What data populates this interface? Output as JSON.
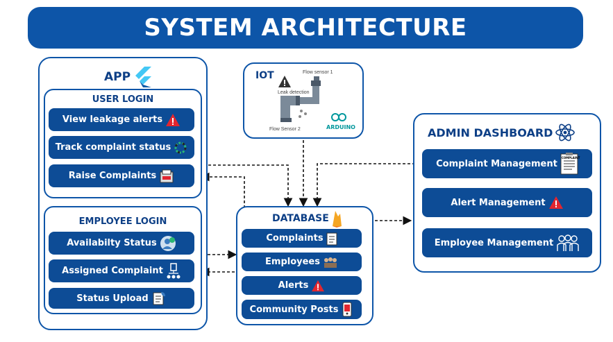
{
  "title": "SYSTEM ARCHITECTURE",
  "app": {
    "label": "APP",
    "user_login": {
      "label": "USER LOGIN",
      "items": [
        "View leakage alerts",
        "Track complaint status",
        "Raise Complaints"
      ]
    },
    "employee_login": {
      "label": "EMPLOYEE LOGIN",
      "items": [
        "Availabilty Status",
        "Assigned Complaint",
        "Status Upload"
      ]
    }
  },
  "iot": {
    "label": "IOT",
    "flow_sensor_1": "Flow sensor 1",
    "leak_detection": "Leak detection",
    "flow_sensor_2": "Flow Sensor 2",
    "arduino": "ARDUINO"
  },
  "database": {
    "label": "DATABASE",
    "items": [
      "Complaints",
      "Employees",
      "Alerts",
      "Community Posts"
    ]
  },
  "admin": {
    "label": "ADMIN DASHBOARD",
    "items": [
      "Complaint Management",
      "Alert Management",
      "Employee Management"
    ],
    "doc_label": "COMPLAINT"
  },
  "colors": {
    "primary": "#0d55a8",
    "pill": "#0d4c96",
    "alert": "#e3262f",
    "firebase": "#f5a623",
    "arduino": "#00979c"
  }
}
